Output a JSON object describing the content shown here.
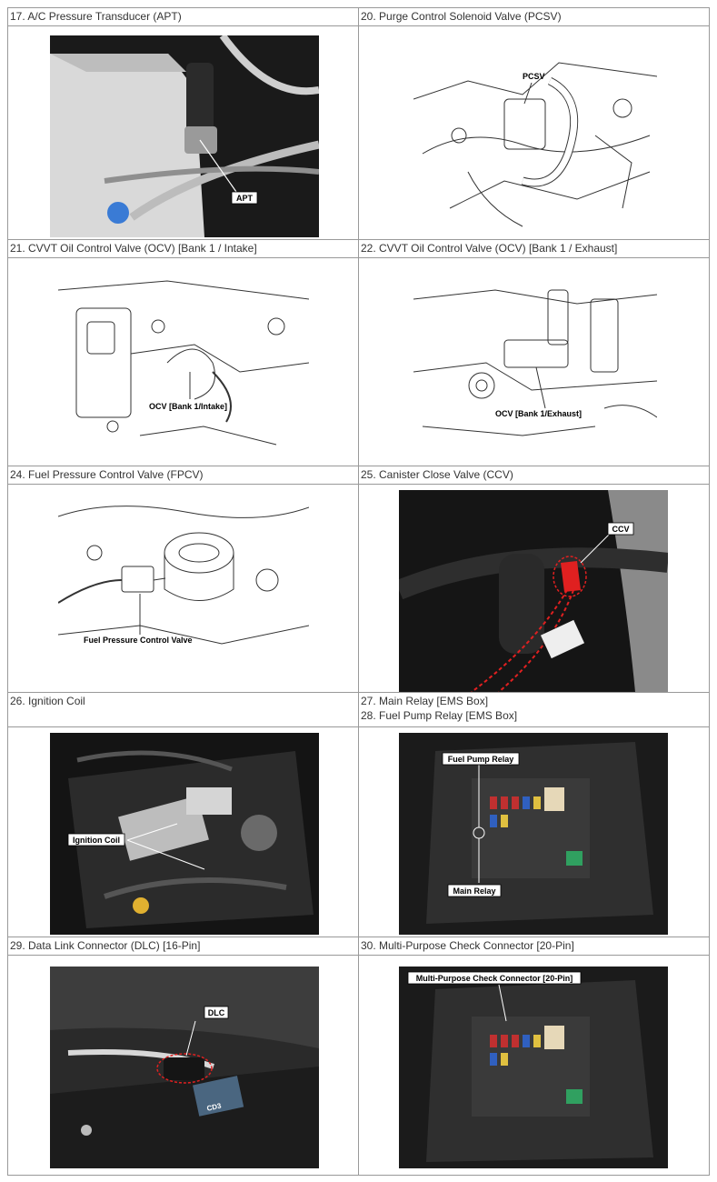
{
  "rows": [
    {
      "left": {
        "captions": [
          "17. A/C Pressure Transducer (APT)"
        ],
        "callouts": [
          "APT"
        ]
      },
      "right": {
        "captions": [
          "20. Purge Control Solenoid Valve (PCSV)"
        ],
        "callouts": [
          "PCSV"
        ]
      }
    },
    {
      "left": {
        "captions": [
          "21. CVVT Oil Control Valve (OCV) [Bank 1 / Intake]"
        ],
        "callouts": [
          "OCV [Bank 1/Intake]"
        ]
      },
      "right": {
        "captions": [
          "22. CVVT Oil Control Valve (OCV) [Bank 1 / Exhaust]"
        ],
        "callouts": [
          "OCV [Bank 1/Exhaust]"
        ]
      }
    },
    {
      "left": {
        "captions": [
          "24. Fuel Pressure Control Valve (FPCV)"
        ],
        "callouts": [
          "Fuel Pressure Control Valve"
        ]
      },
      "right": {
        "captions": [
          "25. Canister Close Valve (CCV)"
        ],
        "callouts": [
          "CCV"
        ]
      }
    },
    {
      "left": {
        "captions": [
          "26. Ignition Coil"
        ],
        "callouts": [
          "Ignition Coil"
        ]
      },
      "right": {
        "captions": [
          "27. Main Relay [EMS Box]",
          "28. Fuel Pump Relay [EMS Box]"
        ],
        "callouts": [
          "Fuel Pump Relay",
          "Main Relay"
        ]
      }
    },
    {
      "left": {
        "captions": [
          "29. Data Link Connector (DLC) [16-Pin]"
        ],
        "callouts": [
          "DLC"
        ]
      },
      "right": {
        "captions": [
          "30. Multi-Purpose Check Connector [20-Pin]"
        ],
        "callouts": [
          "Multi-Purpose Check Connector [20-Pin]"
        ]
      }
    }
  ],
  "photo_marks": {
    "dlc_module_text": "CD3"
  }
}
